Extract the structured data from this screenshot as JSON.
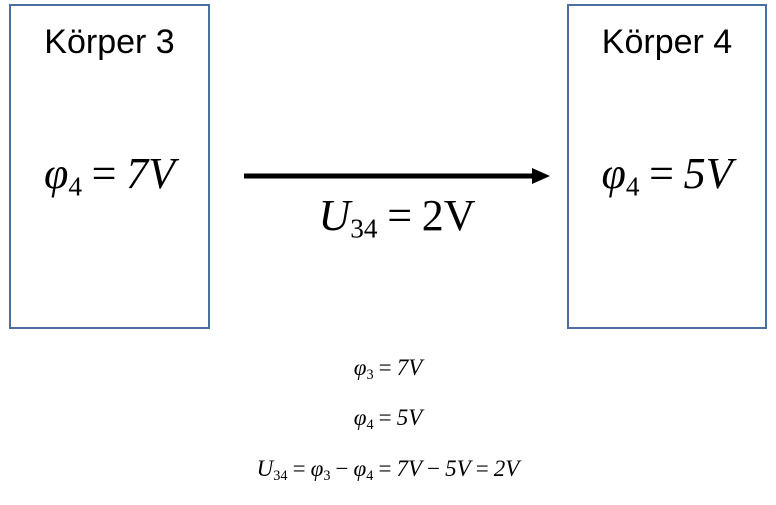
{
  "left_body": {
    "title": "Körper 3",
    "symbol": "φ",
    "subscript": "4",
    "op": "=",
    "value": "7V"
  },
  "right_body": {
    "title": "Körper 4",
    "symbol": "φ",
    "subscript": "4",
    "op": "=",
    "value": "5V"
  },
  "arrow": {
    "symbol": "U",
    "subscript": "34",
    "op": "=",
    "value": "2V"
  },
  "formulas": {
    "line1": {
      "symbol": "φ",
      "subscript": "3",
      "op": "=",
      "value": "7V"
    },
    "line2": {
      "symbol": "φ",
      "subscript": "4",
      "op": "=",
      "value": "5V"
    },
    "line3": {
      "lhs_symbol": "U",
      "lhs_subscript": "34",
      "eq1": "=",
      "a_symbol": "φ",
      "a_subscript": "3",
      "minus1": "−",
      "b_symbol": "φ",
      "b_subscript": "4",
      "eq2": "=",
      "v1": "7V",
      "minus2": "−",
      "v2": "5V",
      "eq3": "=",
      "result": "2V"
    }
  },
  "colors": {
    "box_border": "#4a6fa0",
    "arrow": "#000000"
  }
}
